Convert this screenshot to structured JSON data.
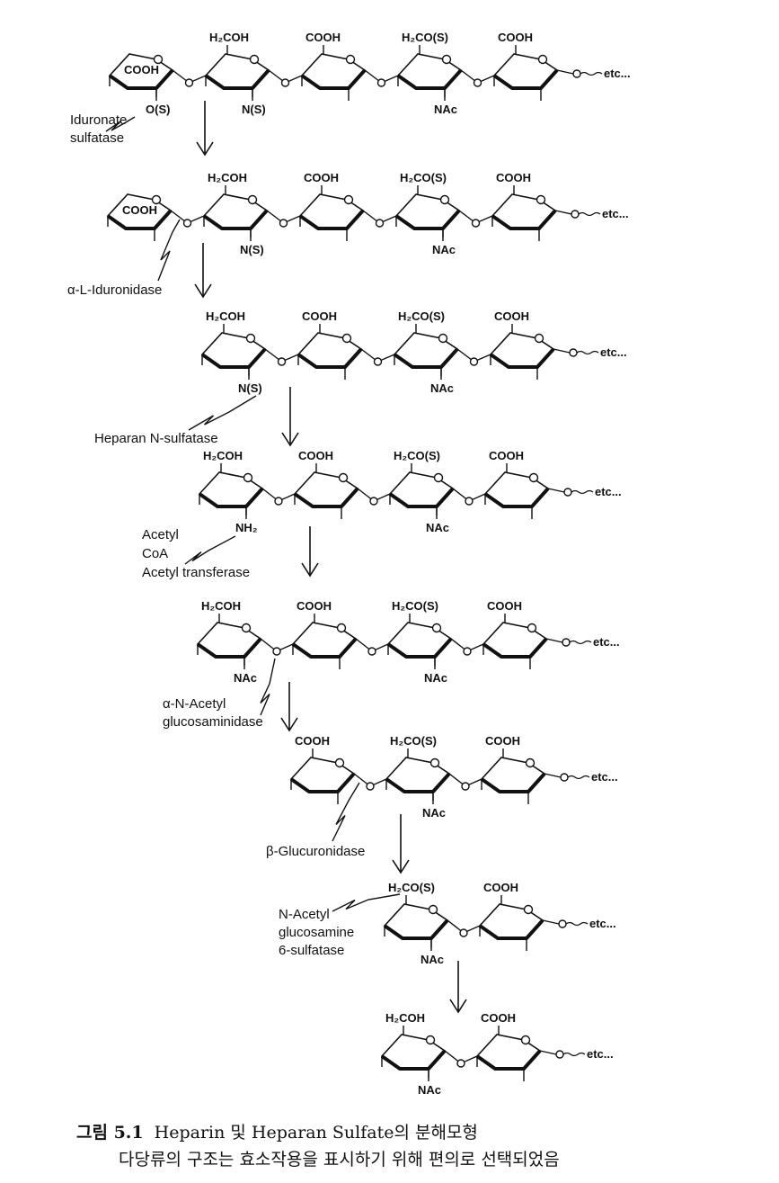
{
  "diagram": {
    "rows": [
      {
        "units": [
          {
            "top": "COOH",
            "bottom": "O(S)",
            "ring": "iduronate"
          },
          {
            "top": "H₂COH",
            "bottom": "N(S)",
            "ring": "glucosamine"
          },
          {
            "top": "COOH",
            "bottom": "",
            "ring": "uronate"
          },
          {
            "top": "H₂CO(S)",
            "bottom": "NAc",
            "ring": "glucosamine"
          },
          {
            "top": "COOH",
            "bottom": "",
            "ring": "uronate"
          }
        ],
        "tail": "etc...",
        "enzyme": [
          "Iduronate",
          "sulfatase"
        ]
      },
      {
        "units": [
          {
            "top": "COOH",
            "bottom": "",
            "ring": "iduronate"
          },
          {
            "top": "H₂COH",
            "bottom": "N(S)",
            "ring": "glucosamine"
          },
          {
            "top": "COOH",
            "bottom": "",
            "ring": "uronate"
          },
          {
            "top": "H₂CO(S)",
            "bottom": "NAc",
            "ring": "glucosamine"
          },
          {
            "top": "COOH",
            "bottom": "",
            "ring": "uronate"
          }
        ],
        "tail": "etc...",
        "enzyme": [
          "α-L-Iduronidase"
        ]
      },
      {
        "units": [
          {
            "top": "H₂COH",
            "bottom": "N(S)",
            "ring": "glucosamine"
          },
          {
            "top": "COOH",
            "bottom": "",
            "ring": "uronate"
          },
          {
            "top": "H₂CO(S)",
            "bottom": "NAc",
            "ring": "glucosamine"
          },
          {
            "top": "COOH",
            "bottom": "",
            "ring": "uronate"
          }
        ],
        "tail": "etc...",
        "enzyme": [
          "Heparan N-sulfatase"
        ]
      },
      {
        "units": [
          {
            "top": "H₂COH",
            "bottom": "NH₂",
            "ring": "glucosamine"
          },
          {
            "top": "COOH",
            "bottom": "",
            "ring": "uronate"
          },
          {
            "top": "H₂CO(S)",
            "bottom": "NAc",
            "ring": "glucosamine"
          },
          {
            "top": "COOH",
            "bottom": "",
            "ring": "uronate"
          }
        ],
        "tail": "etc...",
        "enzyme": [
          "Acetyl",
          "CoA",
          "Acetyl transferase"
        ]
      },
      {
        "units": [
          {
            "top": "H₂COH",
            "bottom": "NAc",
            "ring": "glucosamine"
          },
          {
            "top": "COOH",
            "bottom": "",
            "ring": "uronate"
          },
          {
            "top": "H₂CO(S)",
            "bottom": "NAc",
            "ring": "glucosamine"
          },
          {
            "top": "COOH",
            "bottom": "",
            "ring": "uronate"
          }
        ],
        "tail": "etc...",
        "enzyme": [
          "α-N-Acetyl",
          "glucosaminidase"
        ]
      },
      {
        "units": [
          {
            "top": "COOH",
            "bottom": "",
            "ring": "uronate"
          },
          {
            "top": "H₂CO(S)",
            "bottom": "NAc",
            "ring": "glucosamine"
          },
          {
            "top": "COOH",
            "bottom": "",
            "ring": "uronate"
          }
        ],
        "tail": "etc...",
        "enzyme": [
          "β-Glucuronidase"
        ]
      },
      {
        "units": [
          {
            "top": "H₂CO(S)",
            "bottom": "NAc",
            "ring": "glucosamine"
          },
          {
            "top": "COOH",
            "bottom": "",
            "ring": "uronate"
          }
        ],
        "tail": "etc...",
        "enzyme": [
          "N-Acetyl",
          "glucosamine",
          "6-sulfatase"
        ]
      },
      {
        "units": [
          {
            "top": "H₂COH",
            "bottom": "NAc",
            "ring": "glucosamine"
          },
          {
            "top": "COOH",
            "bottom": "",
            "ring": "uronate"
          }
        ],
        "tail": "etc...",
        "enzyme": []
      }
    ]
  },
  "caption": {
    "figure_no": "그림 5.1",
    "title": "Heparin 및 Heparan Sulfate의 분해모형",
    "subtitle": "다당류의 구조는 효소작용을 표시하기 위해 편의로 선택되었음"
  }
}
